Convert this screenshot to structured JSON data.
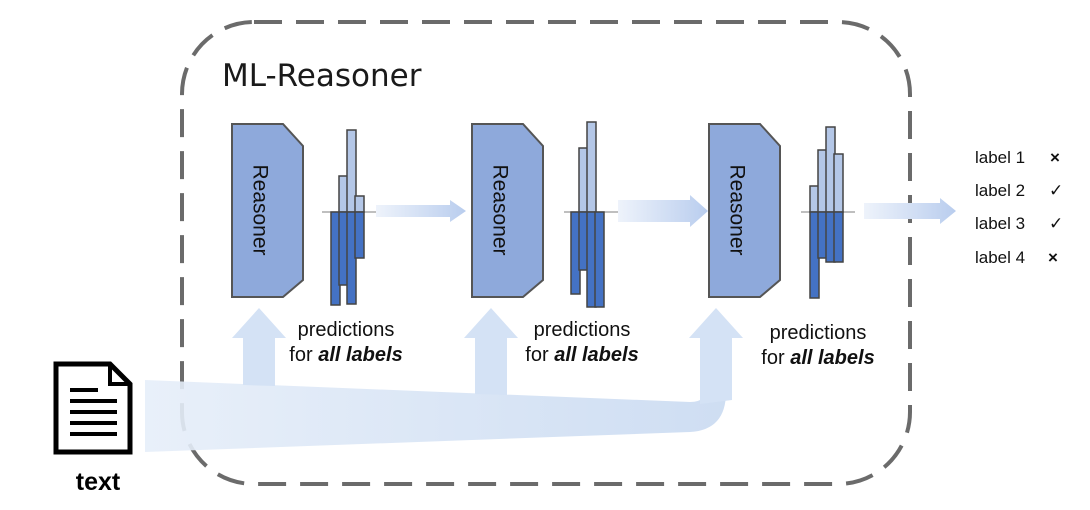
{
  "title": "ML-Reasoner",
  "reasoner_label": "Reasoner",
  "predictions": {
    "line1": "predictions",
    "line2_prefix": "for ",
    "line2_emph": "all labels"
  },
  "input_label": "text",
  "outputs": [
    {
      "label": "label 1",
      "mark": "×"
    },
    {
      "label": "label 2",
      "mark": "✓"
    },
    {
      "label": "label 3",
      "mark": "✓"
    },
    {
      "label": "label 4",
      "mark": "×"
    }
  ],
  "colors": {
    "reasoner_fill": "#8ea9db",
    "bar_light": "#b4c7e7",
    "bar_dark": "#4472c4",
    "flow": "#dbe8f7",
    "border_dash": "#6b6b6b"
  }
}
